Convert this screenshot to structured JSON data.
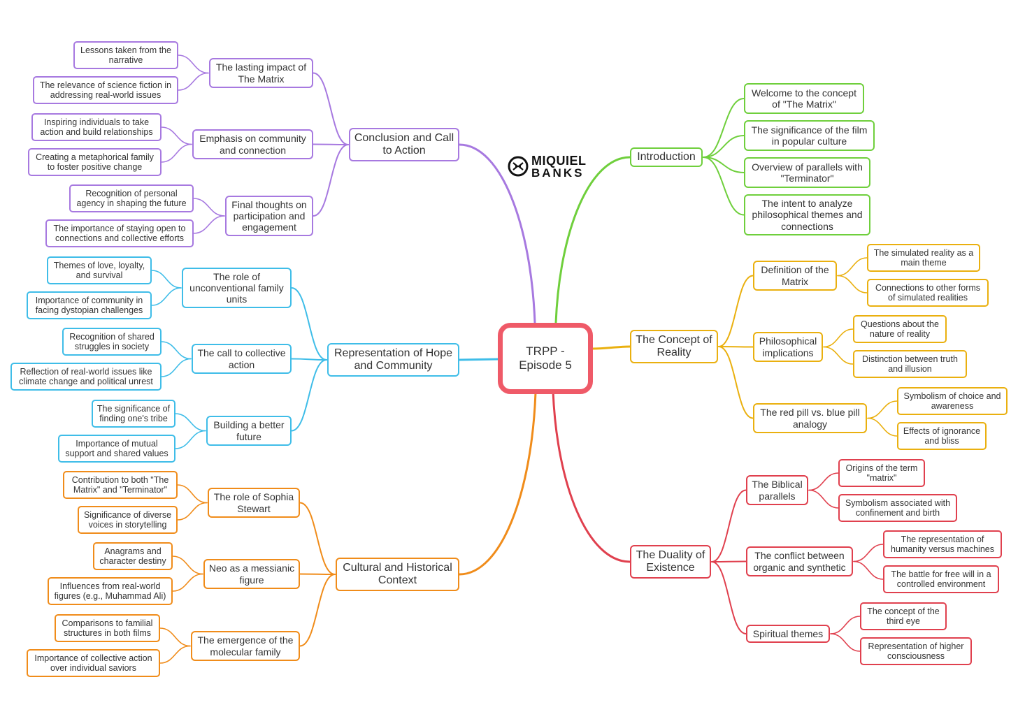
{
  "center": {
    "label": "TRPP - Episode 5",
    "color": "#ef5a68"
  },
  "logo": {
    "line1": "MIQUIEL",
    "line2": "BANKS",
    "icon": "logo-mark-icon"
  },
  "branches": [
    {
      "id": "conclusion",
      "label": "Conclusion and Call to Action",
      "color": "#a779e0",
      "children": [
        {
          "label": "The lasting impact of The Matrix",
          "children": [
            "Lessons taken from the narrative",
            "The relevance of science fiction in addressing real-world issues"
          ]
        },
        {
          "label": "Emphasis on community and connection",
          "children": [
            "Inspiring individuals to take action and build relationships",
            "Creating a metaphorical family to foster positive change"
          ]
        },
        {
          "label": "Final thoughts on participation and engagement",
          "children": [
            "Recognition of personal agency in shaping the future",
            "The importance of staying open to connections and collective efforts"
          ]
        }
      ]
    },
    {
      "id": "hope",
      "label": "Representation of Hope and Community",
      "color": "#3fbde8",
      "children": [
        {
          "label": "The role of unconventional family units",
          "children": [
            "Themes of love, loyalty, and survival",
            "Importance of community in facing dystopian challenges"
          ]
        },
        {
          "label": "The call to collective action",
          "children": [
            "Recognition of shared struggles in society",
            "Reflection of real-world issues like climate change and political unrest"
          ]
        },
        {
          "label": "Building a better future",
          "children": [
            "The significance of finding one's tribe",
            "Importance of mutual support and shared values"
          ]
        }
      ]
    },
    {
      "id": "cultural",
      "label": "Cultural and Historical Context",
      "color": "#f08c1a",
      "children": [
        {
          "label": "The role of Sophia Stewart",
          "children": [
            "Contribution to both \"The Matrix\" and \"Terminator\"",
            "Significance of diverse voices in storytelling"
          ]
        },
        {
          "label": "Neo as a messianic figure",
          "children": [
            "Anagrams and character destiny",
            "Influences from real-world figures (e.g., Muhammad Ali)"
          ]
        },
        {
          "label": "The emergence of the molecular family",
          "children": [
            "Comparisons to familial structures in both films",
            "Importance of collective action over individual saviors"
          ]
        }
      ]
    },
    {
      "id": "intro",
      "label": "Introduction",
      "color": "#6fcf3c",
      "children": [
        {
          "label": "Welcome to the concept of \"The Matrix\"",
          "children": []
        },
        {
          "label": "The significance of the film in popular culture",
          "children": []
        },
        {
          "label": "Overview of parallels with \"Terminator\"",
          "children": []
        },
        {
          "label": "The intent to analyze philosophical themes and connections",
          "children": []
        }
      ]
    },
    {
      "id": "reality",
      "label": "The Concept of Reality",
      "color": "#eab00f",
      "children": [
        {
          "label": "Definition of the Matrix",
          "children": [
            "The simulated reality as a main theme",
            "Connections to other forms of simulated realities"
          ]
        },
        {
          "label": "Philosophical implications",
          "children": [
            "Questions about the nature of reality",
            "Distinction between truth and illusion"
          ]
        },
        {
          "label": "The red pill vs. blue pill analogy",
          "children": [
            "Symbolism of choice and awareness",
            "Effects of ignorance and bliss"
          ]
        }
      ]
    },
    {
      "id": "duality",
      "label": "The Duality of Existence",
      "color": "#e0404e",
      "children": [
        {
          "label": "The Biblical parallels",
          "children": [
            "Origins of the term \"matrix\"",
            "Symbolism associated with confinement and birth"
          ]
        },
        {
          "label": "The conflict between organic and synthetic",
          "children": [
            "The representation of humanity versus machines",
            "The battle for free will in a controlled environment"
          ]
        },
        {
          "label": "Spiritual themes",
          "children": [
            "The concept of the third eye",
            "Representation of higher consciousness"
          ]
        }
      ]
    }
  ]
}
